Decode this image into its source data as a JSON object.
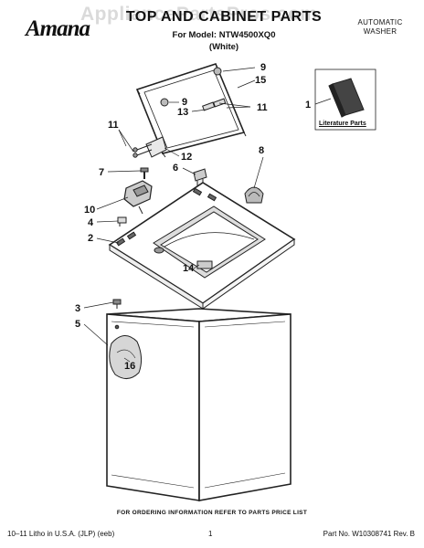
{
  "header": {
    "brand": "Amana",
    "title": "TOP AND CABINET PARTS",
    "model_line": "For Model: NTW4500XQ0",
    "color_line": "(White)",
    "product_line1": "AUTOMATIC",
    "product_line2": "WASHER",
    "watermark": "AppliancePartsPros.com"
  },
  "callouts": {
    "c1": "1",
    "c2": "2",
    "c3": "3",
    "c4": "4",
    "c5": "5",
    "c6": "6",
    "c7": "7",
    "c8": "8",
    "c9a": "9",
    "c9b": "9",
    "c10": "10",
    "c11a": "11",
    "c11b": "11",
    "c12": "12",
    "c13": "13",
    "c14": "14",
    "c15": "15",
    "c16": "16"
  },
  "literature_label": "Literature Parts",
  "footer": {
    "order_note": "FOR ORDERING INFORMATION REFER TO PARTS PRICE LIST",
    "litho": "10–11 Litho in U.S.A. (JLP) (eeb)",
    "page": "1",
    "part_no": "Part No. W10308741 Rev. B"
  }
}
